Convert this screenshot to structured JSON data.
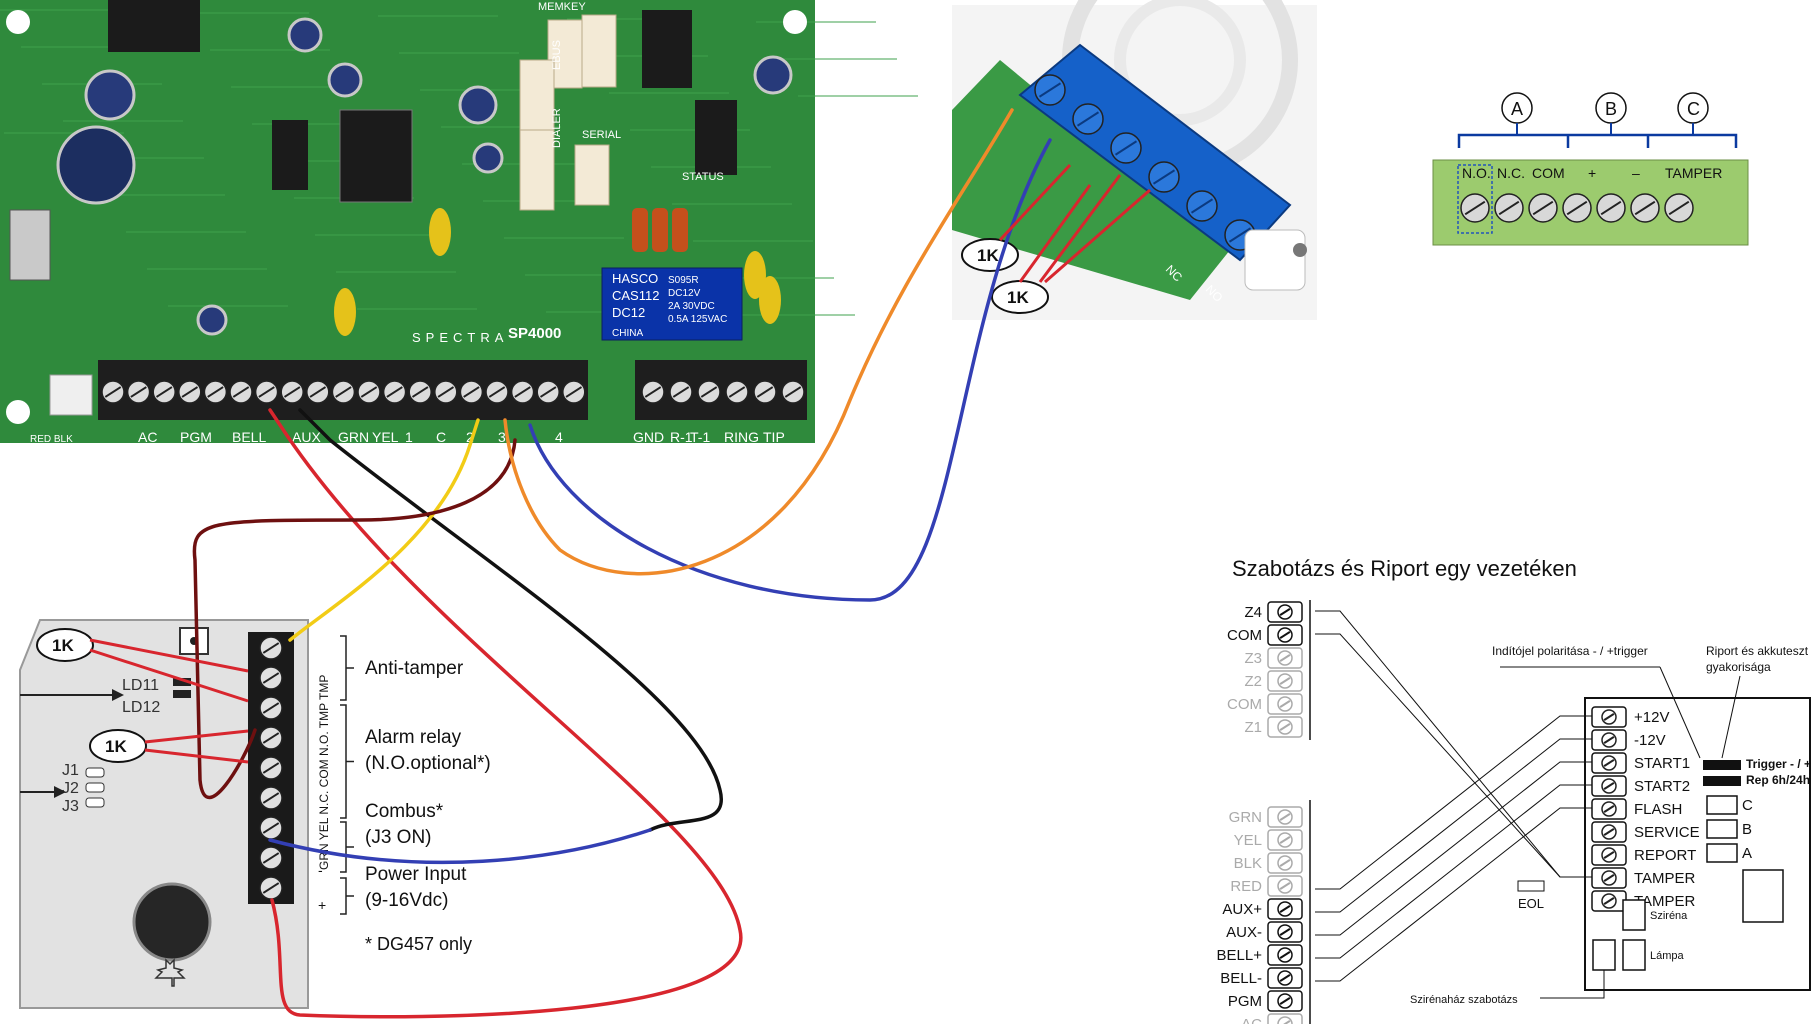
{
  "panel": {
    "model": "SP4000",
    "brand": "SPECTRA",
    "relay_lines": [
      "HASCO",
      "CAS112",
      "DC12",
      "S095R",
      "DC12V",
      "2A 30VDC",
      "0.5A 125VAC",
      "CHINA"
    ],
    "terminal_labels": [
      "RED BLK",
      "AC",
      "PGM",
      "BELL",
      "AUX",
      "GRN",
      "YEL",
      "1",
      "C",
      "2",
      "3",
      "4",
      "GND",
      "R-1",
      "T-1",
      "RING",
      "TIP"
    ],
    "headers": [
      "STATUS",
      "SERIAL",
      "EBUS",
      "DIALER",
      "MEMKEY"
    ]
  },
  "detector": {
    "resistor_label": "1K",
    "jumpers": [
      "LD11",
      "LD12",
      "J1",
      "J2",
      "J3"
    ],
    "vertical_terminals": "GRN YEL N.C. COM N.O. TMP TMP",
    "groups": [
      {
        "label": "Anti-tamper"
      },
      {
        "label": "Alarm relay",
        "sub": "(N.O.optional*)"
      },
      {
        "label": "Combus*",
        "sub": "(J3 ON)"
      },
      {
        "label": "Power Input",
        "sub": "(9-16Vdc)"
      }
    ],
    "signs": [
      "-",
      "+"
    ],
    "note": "* DG457 only"
  },
  "block_photo": {
    "resistors": [
      "1K",
      "1K"
    ],
    "labels": [
      "NC",
      "NO"
    ]
  },
  "legend_strip": {
    "circles": [
      "A",
      "B",
      "C"
    ],
    "labels": [
      "N.O.",
      "N.C.",
      "COM",
      "+",
      "–",
      "TAMPER"
    ]
  },
  "siren": {
    "title": "Szabotázs és Riport egy vezetéken",
    "left_top": [
      {
        "label": "Z4",
        "active": true
      },
      {
        "label": "COM",
        "active": true
      },
      {
        "label": "Z3",
        "active": false
      },
      {
        "label": "Z2",
        "active": false
      },
      {
        "label": "COM",
        "active": false
      },
      {
        "label": "Z1",
        "active": false
      }
    ],
    "left_bottom": [
      {
        "label": "GRN",
        "active": false
      },
      {
        "label": "YEL",
        "active": false
      },
      {
        "label": "BLK",
        "active": false
      },
      {
        "label": "RED",
        "active": false
      },
      {
        "label": "AUX+",
        "active": true
      },
      {
        "label": "AUX-",
        "active": true
      },
      {
        "label": "BELL+",
        "active": true
      },
      {
        "label": "BELL-",
        "active": true
      },
      {
        "label": "PGM",
        "active": true
      },
      {
        "label": "AC",
        "active": false
      }
    ],
    "right_terms": [
      "+12V",
      "-12V",
      "START1",
      "START2",
      "FLASH",
      "SERVICE",
      "REPORT",
      "TAMPER",
      "TAMPER"
    ],
    "trigger_note": "Indítójel polaritása - / +trigger",
    "report_note": [
      "Riport és akkuteszt",
      "gyakorisága"
    ],
    "jumper_labels": [
      "Trigger - / +",
      "Rep 6h/24h"
    ],
    "abc": [
      "C",
      "B",
      "A"
    ],
    "eol": "EOL",
    "sirena": "Sziréna",
    "lampa": "Lámpa",
    "housing_tamper": "Szirénaház szabotázs"
  }
}
